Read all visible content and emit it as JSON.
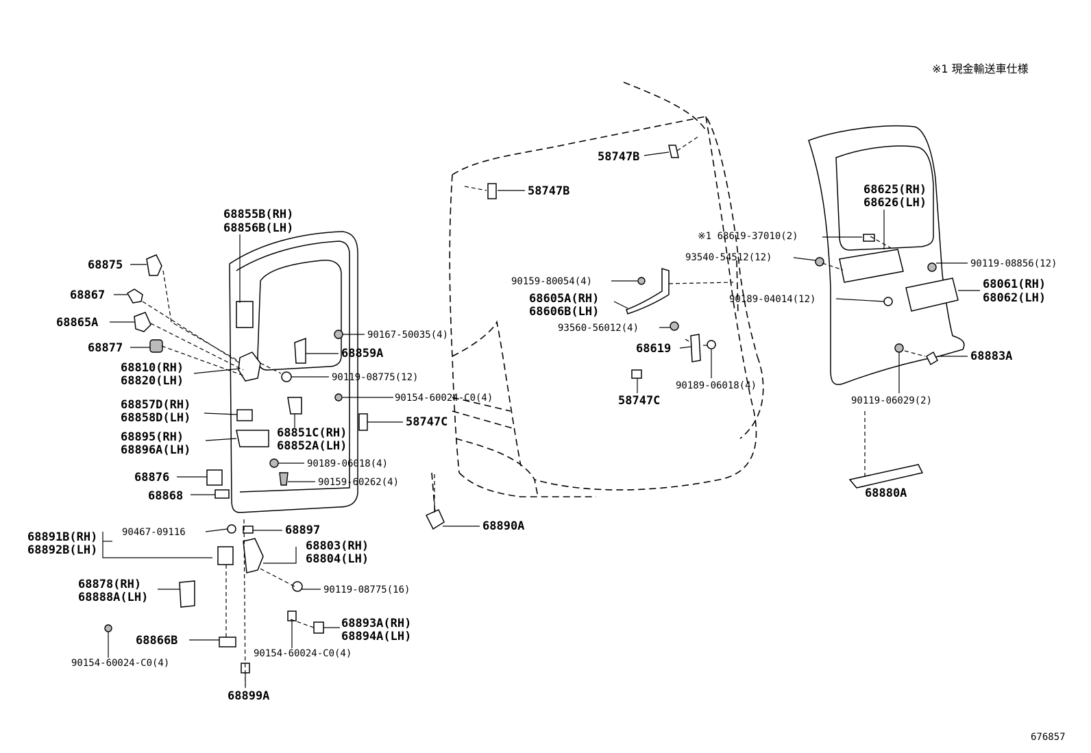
{
  "note": "※1 現金輸送車仕様",
  "diagram_number": "676857",
  "labels": {
    "l58747b_top": "58747B",
    "l58747b_mid": "58747B",
    "l68855b": "68855B(RH)",
    "l68856b": "68856B(LH)",
    "l68875": "68875",
    "l68867": "68867",
    "l68865a": "68865A",
    "l68877": "68877",
    "l68810": "68810(RH)",
    "l68820": "68820(LH)",
    "l68857d": "68857D(RH)",
    "l68858d": "68858D(LH)",
    "l68895": "68895(RH)",
    "l68896a": "68896A(LH)",
    "l68876": "68876",
    "l68868": "68868",
    "l90167": "90167-50035(4)",
    "l68859a": "68859A",
    "l90119_08775_12": "90119-08775(12)",
    "l90154_top": "90154-60024-C0(4)",
    "l68851c": "68851C(RH)",
    "l68852a": "68852A(LH)",
    "l58747c_left": "58747C",
    "l90189_06018_left": "90189-06018(4)",
    "l90159_60262": "90159-60262(4)",
    "l68891b": "68891B(RH)",
    "l68892b": "68892B(LH)",
    "l90467": "90467-09116",
    "l68897": "68897",
    "l68803": "68803(RH)",
    "l68804": "68804(LH)",
    "l68878": "68878(RH)",
    "l68888a": "68888A(LH)",
    "l90119_08775_16": "90119-08775(16)",
    "l68893a": "68893A(RH)",
    "l68894a": "68894A(LH)",
    "l68866b": "68866B",
    "l90154_bottom_mid": "90154-60024-C0(4)",
    "l90154_bottom_left": "90154-60024-C0(4)",
    "l68899a": "68899A",
    "l68890a": "68890A",
    "l90159_80054": "90159-80054(4)",
    "l68605a": "68605A(RH)",
    "l68606b": "68606B(LH)",
    "l93560": "93560-56012(4)",
    "l68619": "68619",
    "l58747c_mid": "58747C",
    "l90189_06018_mid": "90189-06018(4)",
    "l68625": "68625(RH)",
    "l68626": "68626(LH)",
    "l68619_37010": "※1 68619-37010(2)",
    "l93540": "93540-54512(12)",
    "l90119_08856": "90119-08856(12)",
    "l68061": "68061(RH)",
    "l68062": "68062(LH)",
    "l90189_04014": "90189-04014(12)",
    "l68883a": "68883A",
    "l90119_06029": "90119-06029(2)",
    "l68880a": "68880A"
  }
}
